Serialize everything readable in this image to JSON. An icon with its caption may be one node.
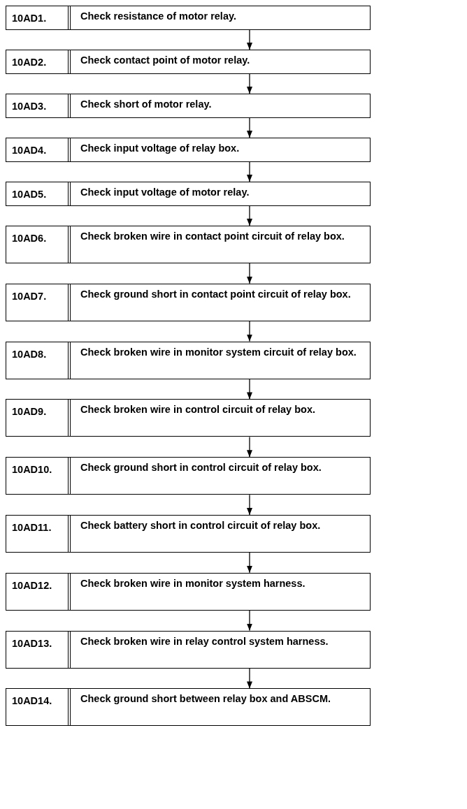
{
  "diagram": {
    "nodes": [
      {
        "text": [
          "10AD1.",
          "Check resistance of motor relay."
        ]
      },
      {
        "text": [
          "10AD2.",
          "Check contact point of motor relay."
        ]
      },
      {
        "text": [
          "10AD3.",
          "Check short of motor relay."
        ]
      },
      {
        "text": [
          "10AD4.",
          "Check input voltage of relay box."
        ]
      },
      {
        "text": [
          "10AD5.",
          "Check input voltage of motor relay."
        ]
      },
      {
        "text": [
          "10AD6.",
          "Check broken wire in contact point circuit of relay box."
        ]
      },
      {
        "text": [
          "10AD7.",
          "Check ground short in contact point circuit of relay box."
        ]
      },
      {
        "text": [
          "10AD8.",
          "Check broken wire in monitor system circuit of relay box."
        ]
      },
      {
        "text": [
          "10AD9.",
          "Check broken wire in control circuit of relay box."
        ]
      },
      {
        "text": [
          "10AD10.",
          "Check ground short in control circuit of relay box."
        ]
      },
      {
        "text": [
          "10AD11.",
          "Check battery short in control circuit of relay box."
        ]
      },
      {
        "text": [
          "10AD12.",
          "Check broken wire in monitor system harness."
        ]
      },
      {
        "text": [
          "10AD13.",
          "Check broken wire in relay control system harness."
        ]
      },
      {
        "text": [
          "10AD14.",
          "Check ground short between relay box and ABSCM."
        ]
      }
    ],
    "edges": [
      {
        "from": 0,
        "to": 1,
        "arrow": "to"
      },
      {
        "from": 1,
        "to": 2,
        "arrow": "to"
      },
      {
        "from": 2,
        "to": 3,
        "arrow": "to"
      },
      {
        "from": 3,
        "to": 4,
        "arrow": "to"
      },
      {
        "from": 4,
        "to": 5,
        "arrow": "to"
      },
      {
        "from": 5,
        "to": 6,
        "arrow": "to"
      },
      {
        "from": 6,
        "to": 7,
        "arrow": "to"
      },
      {
        "from": 7,
        "to": 8,
        "arrow": "to"
      },
      {
        "from": 8,
        "to": 9,
        "arrow": "to"
      },
      {
        "from": 9,
        "to": 10,
        "arrow": "to"
      },
      {
        "from": 10,
        "to": 11,
        "arrow": "to"
      },
      {
        "from": 11,
        "to": 12,
        "arrow": "to"
      },
      {
        "from": 12,
        "to": 13,
        "arrow": "to"
      }
    ]
  }
}
